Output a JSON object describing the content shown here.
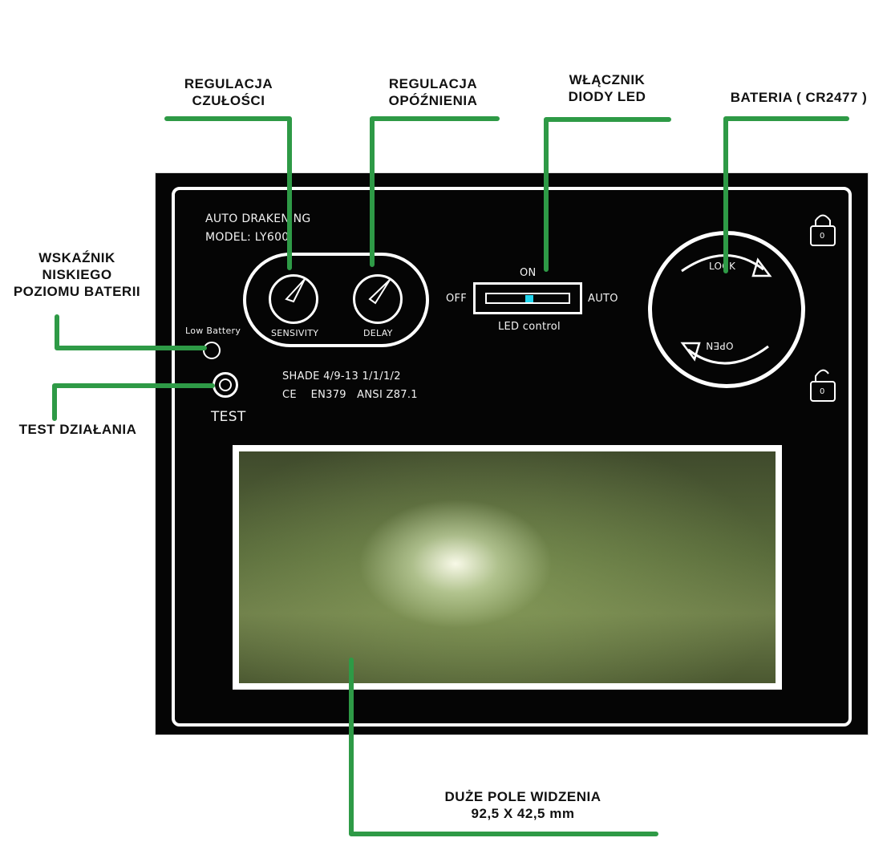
{
  "callouts": {
    "sensitivity": [
      "REGULACJA",
      "CZUŁOŚCI"
    ],
    "delay": [
      "REGULACJA",
      "OPÓŹNIENIA"
    ],
    "led_switch": [
      "WŁĄCZNIK",
      "DIODY LED"
    ],
    "battery": [
      "BATERIA ( CR2477 )"
    ],
    "low_battery": [
      "WSKAŹNIK",
      "NISKIEGO",
      "POZIOMU BATERII"
    ],
    "test": [
      "TEST DZIAŁANIA"
    ],
    "view_field": [
      "DUŻE POLE WIDZENIA",
      "92,5 X 42,5 mm"
    ]
  },
  "panel": {
    "brand_line": "AUTO DRAKENING",
    "model_line": "MODEL: LY600",
    "low_battery_label": "Low Battery",
    "test_label": "TEST",
    "sensitivity_label": "SENSIVITY",
    "delay_label": "DELAY",
    "led_on": "ON",
    "led_off": "OFF",
    "led_auto": "AUTO",
    "led_caption": "LED control",
    "spec_line1": "SHADE 4/9-13  1/1/1/2",
    "spec_line2": "CE    EN379   ANSI Z87.1",
    "lock_label": "LOCK",
    "open_label": "OPEN",
    "lock_icon_top_digit": "0",
    "lock_icon_bottom_digit": "0"
  },
  "colors": {
    "leader": "#2e9a46",
    "panel": "#050505",
    "led_indicator": "#22d6ef"
  },
  "icons": [
    "lock-closed-icon",
    "lock-open-icon",
    "arrow-clockwise-icon",
    "arrow-counterclockwise-icon"
  ]
}
